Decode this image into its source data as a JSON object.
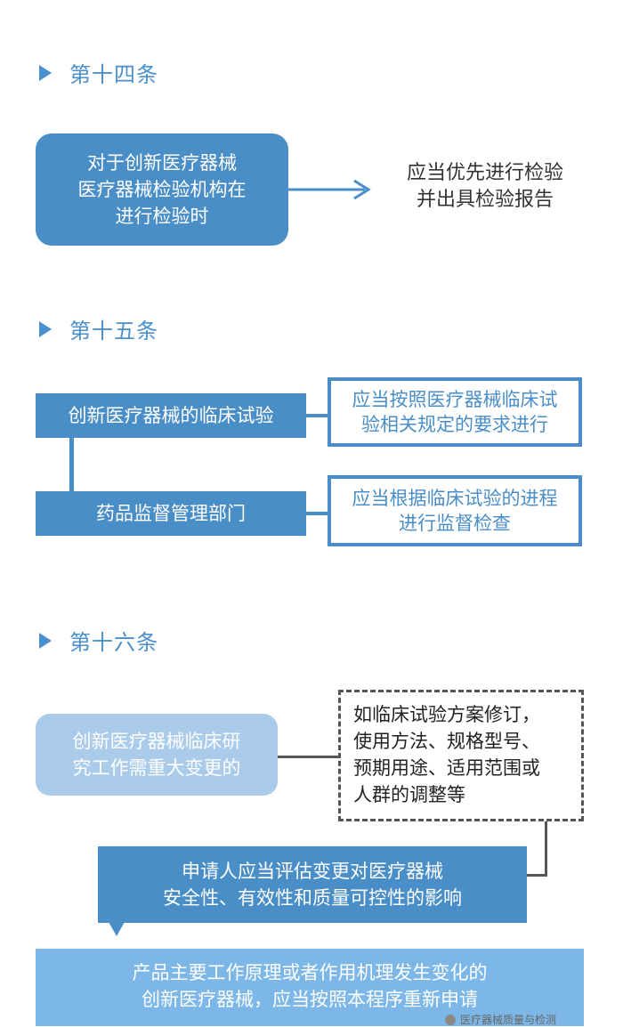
{
  "sections": [
    {
      "title": "第十四条",
      "box_lines": [
        "对于创新医疗器械",
        "医疗器械检验机构在",
        "进行检验时"
      ],
      "result_lines": [
        "应当优先进行检验",
        "并出具检验报告"
      ]
    },
    {
      "title": "第十五条",
      "row1_label": "创新医疗器械的临床试验",
      "row1_result_lines": [
        "应当按照医疗器械临床试",
        "验相关规定的要求进行"
      ],
      "row2_label": "药品监督管理部门",
      "row2_result_lines": [
        "应当根据临床试验的进程",
        "进行监督检查"
      ]
    },
    {
      "title": "第十六条",
      "box_lines": [
        "创新医疗器械临床研",
        "究工作需重大变更的"
      ],
      "examples_lines": [
        "如临床试验方案修订，",
        "使用方法、规格型号、",
        "预期用途、适用范围或",
        "人群的调整等"
      ],
      "assess_lines": [
        "申请人应当评估变更对医疗器械",
        "安全性、有效性和质量可控性的影响"
      ],
      "final_lines": [
        "产品主要工作原理或者作用机理发生变化的",
        "创新医疗器械，应当按照本程序重新申请"
      ]
    }
  ],
  "watermark": "医疗器械质量与检测",
  "colors": {
    "accent": "#4a8ec8",
    "light": "#aacbe9",
    "final": "#7db7e8"
  }
}
